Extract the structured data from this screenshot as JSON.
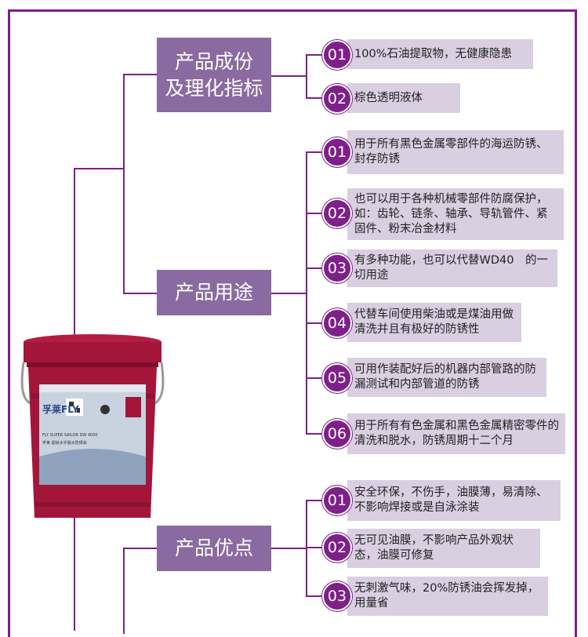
{
  "sections": [
    {
      "title_lines": [
        "产品成份",
        "及理化指标"
      ],
      "items": [
        {
          "num": "01",
          "text": "100%石油提取物，无健康隐患"
        },
        {
          "num": "02",
          "text": "棕色透明液体"
        }
      ]
    },
    {
      "title_lines": [
        "产品用途"
      ],
      "items": [
        {
          "num": "01",
          "text": "用于所有黑色金属零部件的海运防锈、封存防锈"
        },
        {
          "num": "02",
          "text": "也可以用于各种机械零部件防腐保护，如：齿轮、链条、轴承、导轨管件、紧固件、粉末冶金材料"
        },
        {
          "num": "03",
          "text": "有多种功能，也可以代替WD40　的一切用途"
        },
        {
          "num": "04",
          "text": "代替车间使用柴油或是煤油用做清洗并且有极好的防锈性"
        },
        {
          "num": "05",
          "text": "可用作装配好后的机器内部管路的防漏测试和内部管道的防锈"
        },
        {
          "num": "06",
          "text": "用于所有有色金属和黑色金属精密零件的清洗和脱水，防锈周期十二个月"
        }
      ]
    },
    {
      "title_lines": [
        "产品优点"
      ],
      "items": [
        {
          "num": "01",
          "text": "安全环保，不伤手，油膜薄，易清除、不影响焊接或是自泳涂装"
        },
        {
          "num": "02",
          "text": "无可见油膜，不影响产品外观状态，油膜可修复"
        },
        {
          "num": "03",
          "text": "无刺激气味，20%防锈油会挥发掉，用量省"
        }
      ]
    }
  ],
  "product_label": {
    "brand": "孚莱FLY",
    "line1": "FLY SUPER SAILOR DW 4000",
    "line2": "孚莱 超级水手脱水防锈油"
  },
  "colors": {
    "accent": "#7e1f8a",
    "title_bg": "#8a6aa0",
    "item_bg": "#d9cfe1",
    "bucket": "#a3163a"
  }
}
